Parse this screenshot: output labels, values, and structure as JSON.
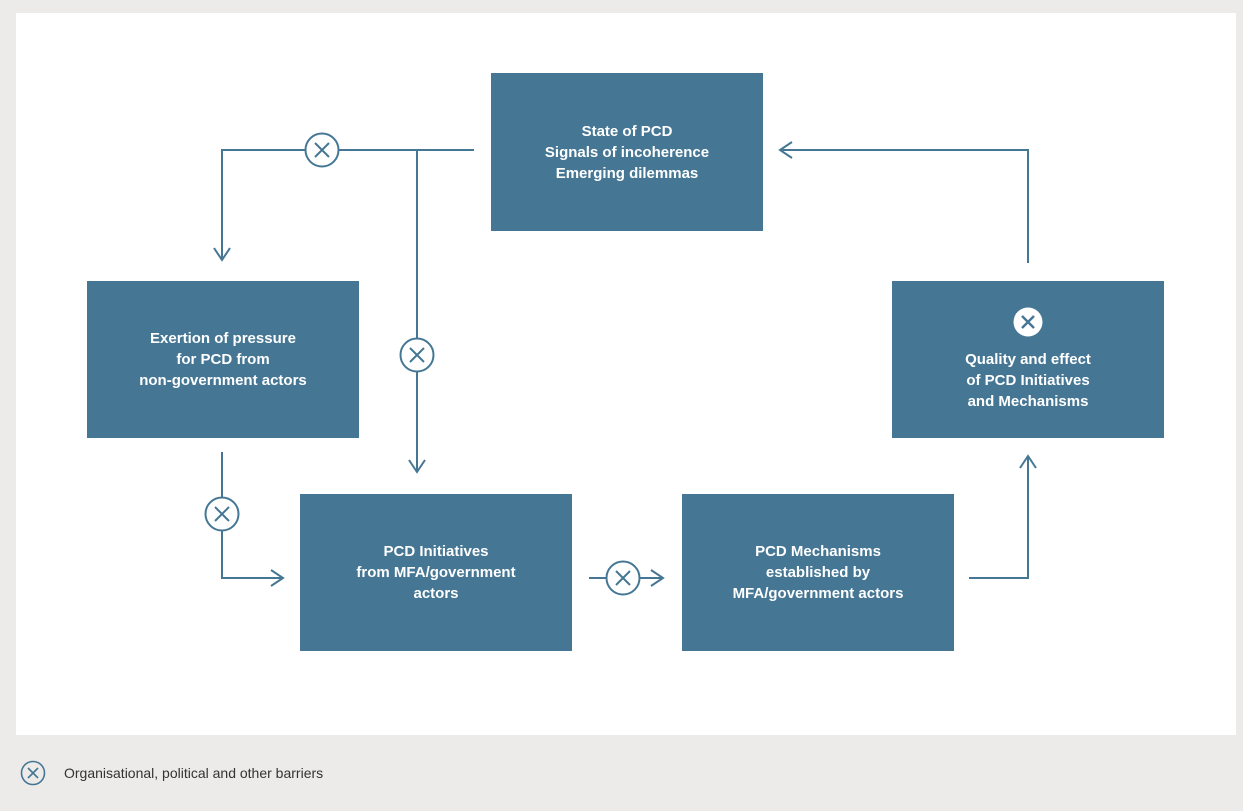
{
  "diagram": {
    "state_box": {
      "lines": [
        "State of PCD",
        "Signals of incoherence",
        "Emerging dilemmas"
      ]
    },
    "pressure_box": {
      "lines": [
        "Exertion of pressure",
        "for PCD from",
        "non-government actors"
      ]
    },
    "initiatives_box": {
      "lines": [
        "PCD Initiatives",
        "from MFA/government",
        "actors"
      ]
    },
    "mechanisms_box": {
      "lines": [
        "PCD Mechanisms",
        "established by",
        "MFA/government actors"
      ]
    },
    "quality_box": {
      "lines": [
        "Quality and effect",
        "of PCD Initiatives",
        "and Mechanisms"
      ],
      "icon": "barrier-icon"
    }
  },
  "legend": {
    "icon": "barrier-icon",
    "text": "Organisational, political and other barriers"
  },
  "colors": {
    "box_fill": "#457795",
    "line": "#457795",
    "background": "#ecebe9",
    "panel": "#ffffff"
  }
}
